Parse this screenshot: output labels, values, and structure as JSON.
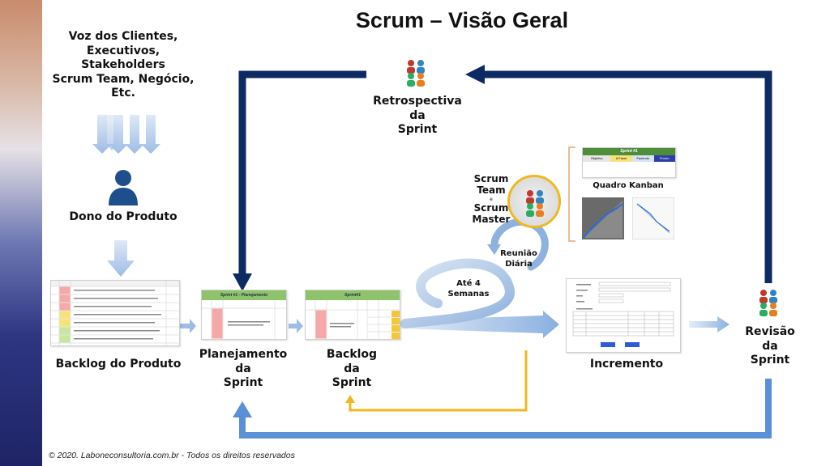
{
  "title": "Scrum – Visão Geral",
  "stakeholders": {
    "lines": [
      "Voz dos Clientes,",
      "Executivos,",
      "Stakeholders",
      "Scrum Team, Negócio,",
      "Etc."
    ]
  },
  "product_owner": "Dono do Produto",
  "product_backlog": "Backlog do Produto",
  "sprint_planning": [
    "Planejamento",
    "da",
    "Sprint"
  ],
  "sprint_backlog": [
    "Backlog",
    "da",
    "Sprint"
  ],
  "sprint_retrospective": [
    "Retrospectiva",
    "da",
    "Sprint"
  ],
  "scrum_team": [
    "Scrum",
    "Team",
    "e",
    "Scrum",
    "Master"
  ],
  "daily_meeting": [
    "Reunião",
    "Diária"
  ],
  "sprint_length": [
    "Até 4",
    "Semanas"
  ],
  "kanban_board": "Quadro Kanban",
  "increment": "Incremento",
  "sprint_review": [
    "Revisão",
    "da",
    "Sprint"
  ],
  "footer": "© 2020. Laboneconsultoria.com.br - Todos os direitos reservados",
  "mini_docs": {
    "planning_header": "Sprint #1 - Planejamento",
    "backlog_header": "Sprint#1",
    "kanban_header": "Sprint #1",
    "kanban_cols": [
      "Objetivo",
      "A Fazer",
      "Fazendo",
      "Pronto"
    ]
  },
  "colors": {
    "navy_arrow": "#0d2a63",
    "light_arrow": "#5b8fd6",
    "yellow_arrow": "#f0b820",
    "people_icon": "#1f4e8c"
  }
}
